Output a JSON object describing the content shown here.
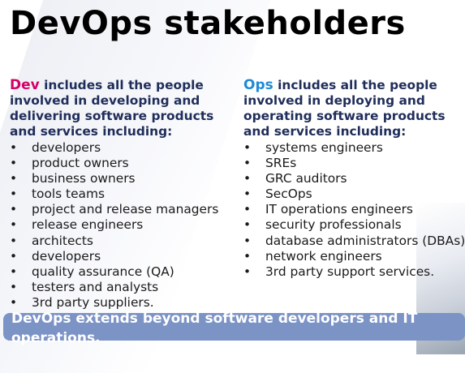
{
  "title": "DevOps stakeholders",
  "dev": {
    "keyword": "Dev",
    "lead": " includes all the people involved in developing and delivering software products and services including:",
    "items": [
      "developers",
      "product owners",
      "business owners",
      "tools teams",
      "project and release managers",
      "release engineers",
      "architects",
      "developers",
      "quality assurance (QA)",
      "testers and analysts",
      "3rd party suppliers."
    ]
  },
  "ops": {
    "keyword": "Ops",
    "lead": " includes all the people involved in deploying and operating software products and services including:",
    "items": [
      "systems engineers",
      "SREs",
      "GRC auditors",
      "SecOps",
      "IT operations engineers",
      "security professionals",
      "database administrators (DBAs)",
      "network engineers",
      "3rd party support services."
    ]
  },
  "bullet": "•",
  "banner": "DevOps extends beyond software developers and IT operations.",
  "colors": {
    "dev": "#d4006a",
    "ops": "#1f8ad6",
    "lead": "#1f2d5a",
    "banner_bg": "#7c93c6"
  }
}
